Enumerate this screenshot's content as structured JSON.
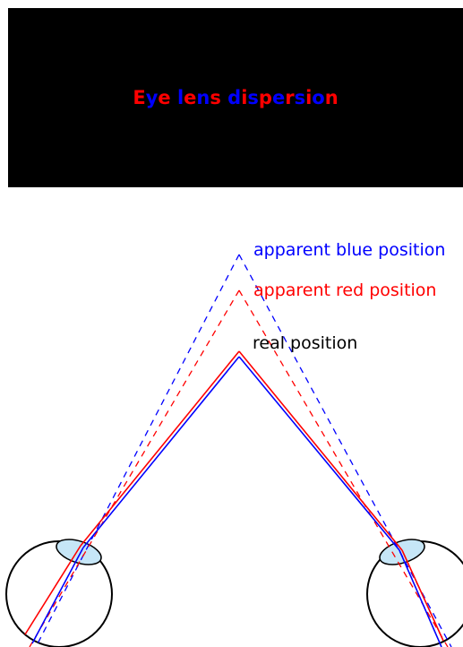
{
  "title": {
    "segments": [
      {
        "text": "E",
        "color": "#ff0000"
      },
      {
        "text": "y",
        "color": "#0000ff"
      },
      {
        "text": "e",
        "color": "#ff0000"
      },
      {
        "text": " ",
        "color": "#ff0000"
      },
      {
        "text": "l",
        "color": "#0000ff"
      },
      {
        "text": "e",
        "color": "#ff0000"
      },
      {
        "text": "n",
        "color": "#0000ff"
      },
      {
        "text": "s",
        "color": "#ff0000"
      },
      {
        "text": " ",
        "color": "#ff0000"
      },
      {
        "text": "d",
        "color": "#0000ff"
      },
      {
        "text": "i",
        "color": "#ff0000"
      },
      {
        "text": "s",
        "color": "#0000ff"
      },
      {
        "text": "p",
        "color": "#ff0000"
      },
      {
        "text": "e",
        "color": "#0000ff"
      },
      {
        "text": "r",
        "color": "#ff0000"
      },
      {
        "text": "s",
        "color": "#0000ff"
      },
      {
        "text": "i",
        "color": "#ff0000"
      },
      {
        "text": "o",
        "color": "#0000ff"
      },
      {
        "text": "n",
        "color": "#ff0000"
      }
    ]
  },
  "labels": {
    "apparent_blue": "apparent blue position",
    "apparent_red": "apparent red position",
    "real": "real position"
  },
  "colors": {
    "blue": "#0000ff",
    "red": "#ff0000",
    "black": "#000000",
    "lens_fill": "#c6e6f7",
    "title_bg": "#000000"
  }
}
